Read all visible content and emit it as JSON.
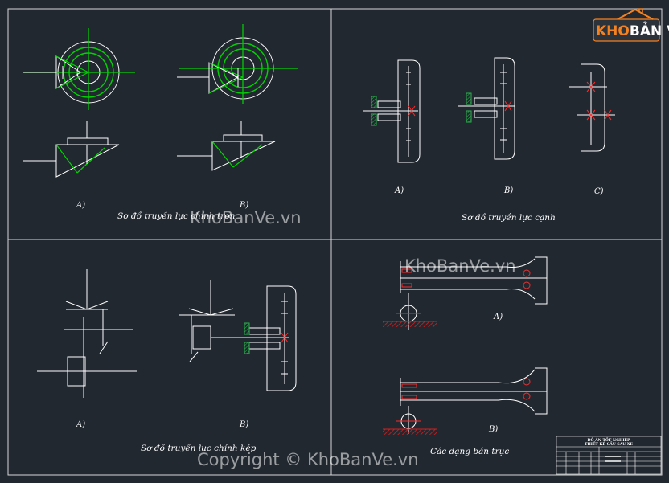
{
  "logo": {
    "part1": "KHO",
    "part2": "BẢN VẼ",
    "colors": {
      "kho": "#f58220",
      "banve": "#ffffff",
      "box": "#f58220"
    }
  },
  "panels": {
    "top_left": {
      "caption": "Sơ đồ truyền lực chính trơn",
      "label_a": "A)",
      "label_b": "B)"
    },
    "top_right": {
      "caption": "Sơ đồ truyền lực cạnh",
      "label_a": "A)",
      "label_b": "B)",
      "label_c": "C)"
    },
    "bottom_left": {
      "caption": "Sơ đồ truyền lực chính kép",
      "label_a": "A)",
      "label_b": "B)"
    },
    "bottom_right": {
      "caption": "Các dạng bán trục",
      "label_a": "A)",
      "label_b": "B)"
    }
  },
  "watermarks": {
    "center": "KhoBanVe.vn",
    "middle": "KhoBanVe.vn",
    "copyright": "Copyright © KhoBanVe.vn"
  },
  "title_block": {
    "line1": "ĐỒ ÁN TỐT NGHIỆP",
    "line2": "THIẾT KẾ CẦU SAU XE"
  },
  "colors": {
    "background": "#212830",
    "frame": "#d6d6d6",
    "lines": "#ffffff",
    "gear": "#00d400",
    "mark": "#ff2a2a",
    "hatch_green": "#29b34a",
    "ground": "#d42020"
  }
}
